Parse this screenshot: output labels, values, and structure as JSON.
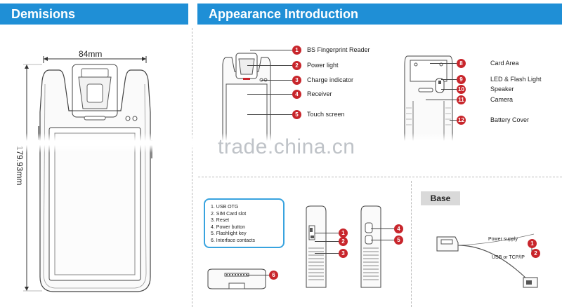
{
  "headers": {
    "dimensions": "Demisions",
    "appearance": "Appearance Introduction"
  },
  "dimensions": {
    "width": "84mm",
    "height": "179.93mm"
  },
  "front_callouts": [
    {
      "num": "1",
      "label": "BS Fingerprint Reader"
    },
    {
      "num": "2",
      "label": "Power light"
    },
    {
      "num": "3",
      "label": "Charge indicator"
    },
    {
      "num": "4",
      "label": "Receiver"
    },
    {
      "num": "5",
      "label": "Touch screen"
    }
  ],
  "back_callouts": [
    {
      "num": "8",
      "label": "Card Area"
    },
    {
      "num": "9",
      "label": "LED & Flash Light"
    },
    {
      "num": "10",
      "label": "Speaker"
    },
    {
      "num": "11",
      "label": "Camera"
    },
    {
      "num": "12",
      "label": "Battery Cover"
    }
  ],
  "side_legend": [
    "1. USB OTG",
    "2. SIM Card slot",
    "3. Reset",
    "4. Power button",
    "5. Flashlight key",
    "6. Interface contacts"
  ],
  "side_markers": {
    "left_side": [
      "1",
      "2",
      "3"
    ],
    "right_side": [
      "4",
      "5"
    ],
    "bottom": "6"
  },
  "base": {
    "title": "Base",
    "power_label": "Power supply",
    "usb_label": "USB or TCP/IP",
    "marker1": "1",
    "marker2": "2"
  },
  "watermark": "trade.china.cn",
  "colors": {
    "header_bg": "#1f8fd6",
    "badge": "#c8262c",
    "legend_border": "#38a3df"
  }
}
